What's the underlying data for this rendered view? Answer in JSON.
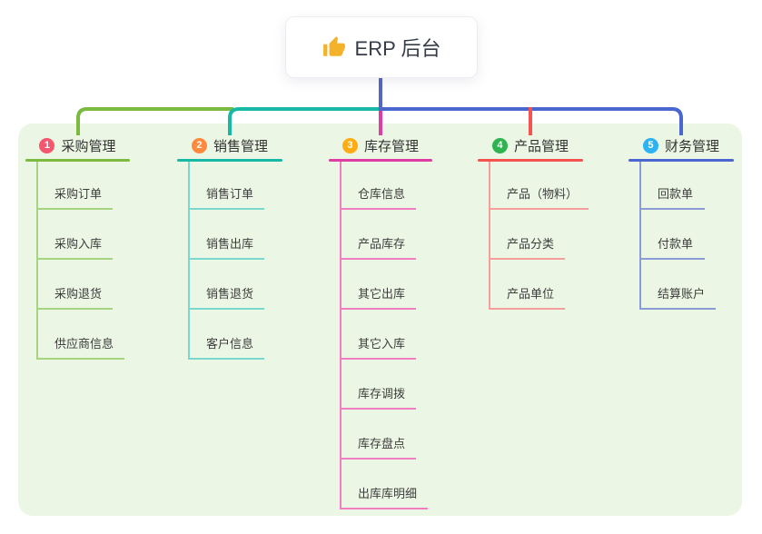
{
  "root": {
    "label": "ERP 后台",
    "icon": "thumbs-up-icon",
    "icon_color": "#f3b229",
    "line_color": "#5565c8"
  },
  "canvas": {
    "background": "#ffffff",
    "panel_background": "#ebf6e4"
  },
  "branches": [
    {
      "index": "1",
      "label": "采购管理",
      "badge_color": "#f5566f",
      "color": "#7cb93f",
      "light_color": "#a6d37f",
      "children": [
        "采购订单",
        "采购入库",
        "采购退货",
        "供应商信息"
      ]
    },
    {
      "index": "2",
      "label": "销售管理",
      "badge_color": "#ff8a3d",
      "color": "#17b8a6",
      "light_color": "#7ad8cd",
      "children": [
        "销售订单",
        "销售出库",
        "销售退货",
        "客户信息"
      ]
    },
    {
      "index": "3",
      "label": "库存管理",
      "badge_color": "#ffac12",
      "color": "#e03da2",
      "light_color": "#f07ec0",
      "children": [
        "仓库信息",
        "产品库存",
        "其它出库",
        "其它入库",
        "库存调拨",
        "库存盘点",
        "出库库明细"
      ]
    },
    {
      "index": "4",
      "label": "产品管理",
      "badge_color": "#2fb351",
      "color": "#f4534f",
      "light_color": "#f59e9b",
      "children": [
        "产品（物料）",
        "产品分类",
        "产品单位"
      ]
    },
    {
      "index": "5",
      "label": "财务管理",
      "badge_color": "#2bb3f3",
      "color": "#4a66cf",
      "light_color": "#8b9bd5",
      "children": [
        "回款单",
        "付款单",
        "结算账户"
      ]
    }
  ]
}
